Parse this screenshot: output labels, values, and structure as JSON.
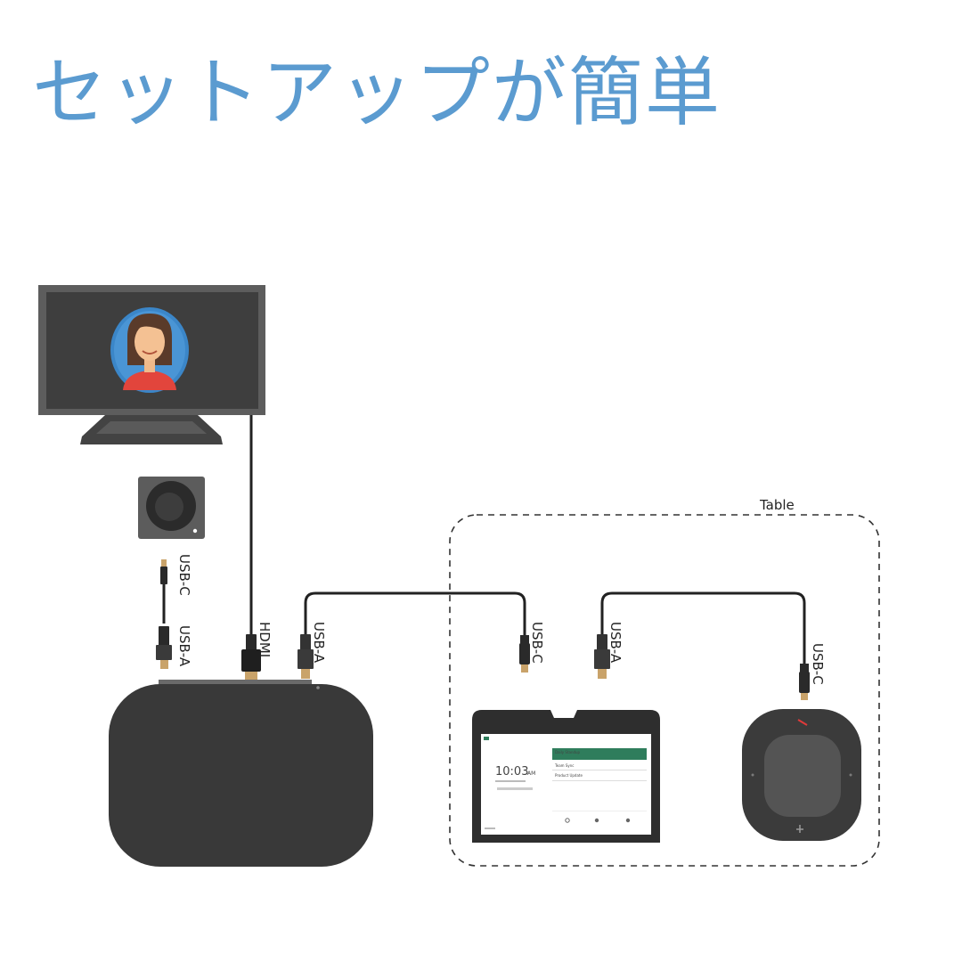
{
  "title": "セットアップが簡単",
  "zone_label": "Table",
  "connectors": {
    "hdmi": "HDMI",
    "camera_top": "USB-C",
    "camera_bottom": "USB-A",
    "host_to_tablet": "USB-A",
    "tablet_end": "USB-C",
    "speaker_start": "USB-A",
    "speaker_end": "USB-C"
  },
  "tablet_screen": {
    "time": "10:03",
    "ampm": "AM",
    "row1": "Daily Standup",
    "row2": "Team Sync",
    "row3": "Product Update"
  },
  "colors": {
    "title": "#5b9bd0",
    "device": "#3a3a3a",
    "avatar_bg": "#3b86c8",
    "shirt": "#e2453c",
    "tablet_accent": "#2f7d5c",
    "speaker_led": "#e03a3a",
    "plug_tip": "#c9a36a"
  }
}
